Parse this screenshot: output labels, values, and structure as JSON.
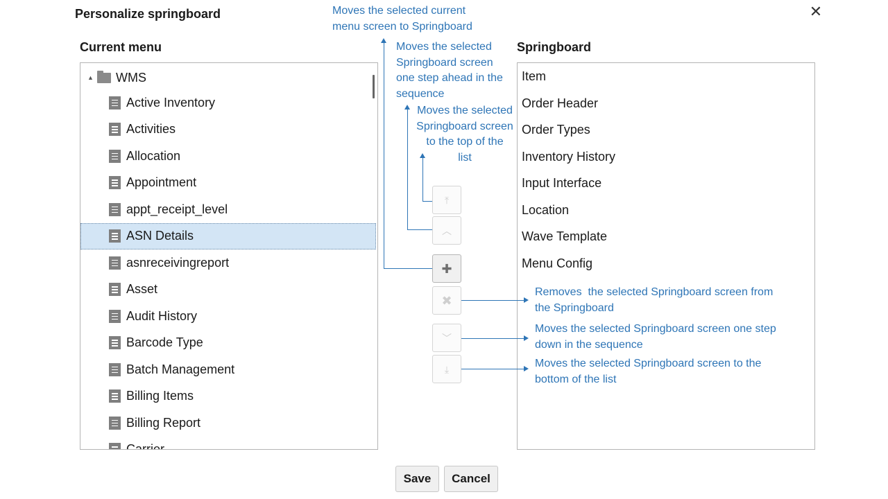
{
  "dialog": {
    "title": "Personalize springboard",
    "close_glyph": "✕",
    "save_label": "Save",
    "cancel_label": "Cancel"
  },
  "current_menu": {
    "title": "Current menu",
    "root_label": "WMS",
    "items": [
      {
        "label": "Active Inventory",
        "selected": false
      },
      {
        "label": "Activities",
        "selected": false
      },
      {
        "label": "Allocation",
        "selected": false
      },
      {
        "label": "Appointment",
        "selected": false
      },
      {
        "label": "appt_receipt_level",
        "selected": false
      },
      {
        "label": "ASN Details",
        "selected": true
      },
      {
        "label": "asnreceivingreport",
        "selected": false
      },
      {
        "label": "Asset",
        "selected": false
      },
      {
        "label": "Audit History",
        "selected": false
      },
      {
        "label": "Barcode Type",
        "selected": false
      },
      {
        "label": "Batch Management",
        "selected": false
      },
      {
        "label": "Billing Items",
        "selected": false
      },
      {
        "label": "Billing Report",
        "selected": false
      },
      {
        "label": "Carrier",
        "selected": false
      }
    ]
  },
  "springboard": {
    "title": "Springboard",
    "items": [
      "Item",
      "Order Header",
      "Order Types",
      "Inventory History",
      "Input Interface",
      "Location",
      "Wave Template",
      "Menu Config"
    ]
  },
  "controls": {
    "move_top_glyph": "⤒",
    "move_up_glyph": "︿",
    "add_glyph": "✚",
    "remove_glyph": "✖",
    "move_down_glyph": "﹀",
    "move_bottom_glyph": "⤓"
  },
  "annotations": {
    "add": [
      "Moves the selected current",
      "menu screen to Springboard"
    ],
    "move_up": [
      "Moves the selected",
      "Springboard screen",
      "one step ahead in the",
      "sequence"
    ],
    "move_top": [
      "Moves the selected",
      "Springboard screen",
      "to the top of the",
      "list"
    ],
    "remove": [
      "Removes  the selected Springboard screen from",
      "the Springboard"
    ],
    "move_down": [
      "Moves the selected Springboard screen one step",
      "down in the sequence"
    ],
    "move_bottom": [
      "Moves the selected Springboard screen to the",
      "bottom of the list"
    ]
  },
  "colors": {
    "annotation": "#2e75b6",
    "selection": "#d3e5f5"
  }
}
